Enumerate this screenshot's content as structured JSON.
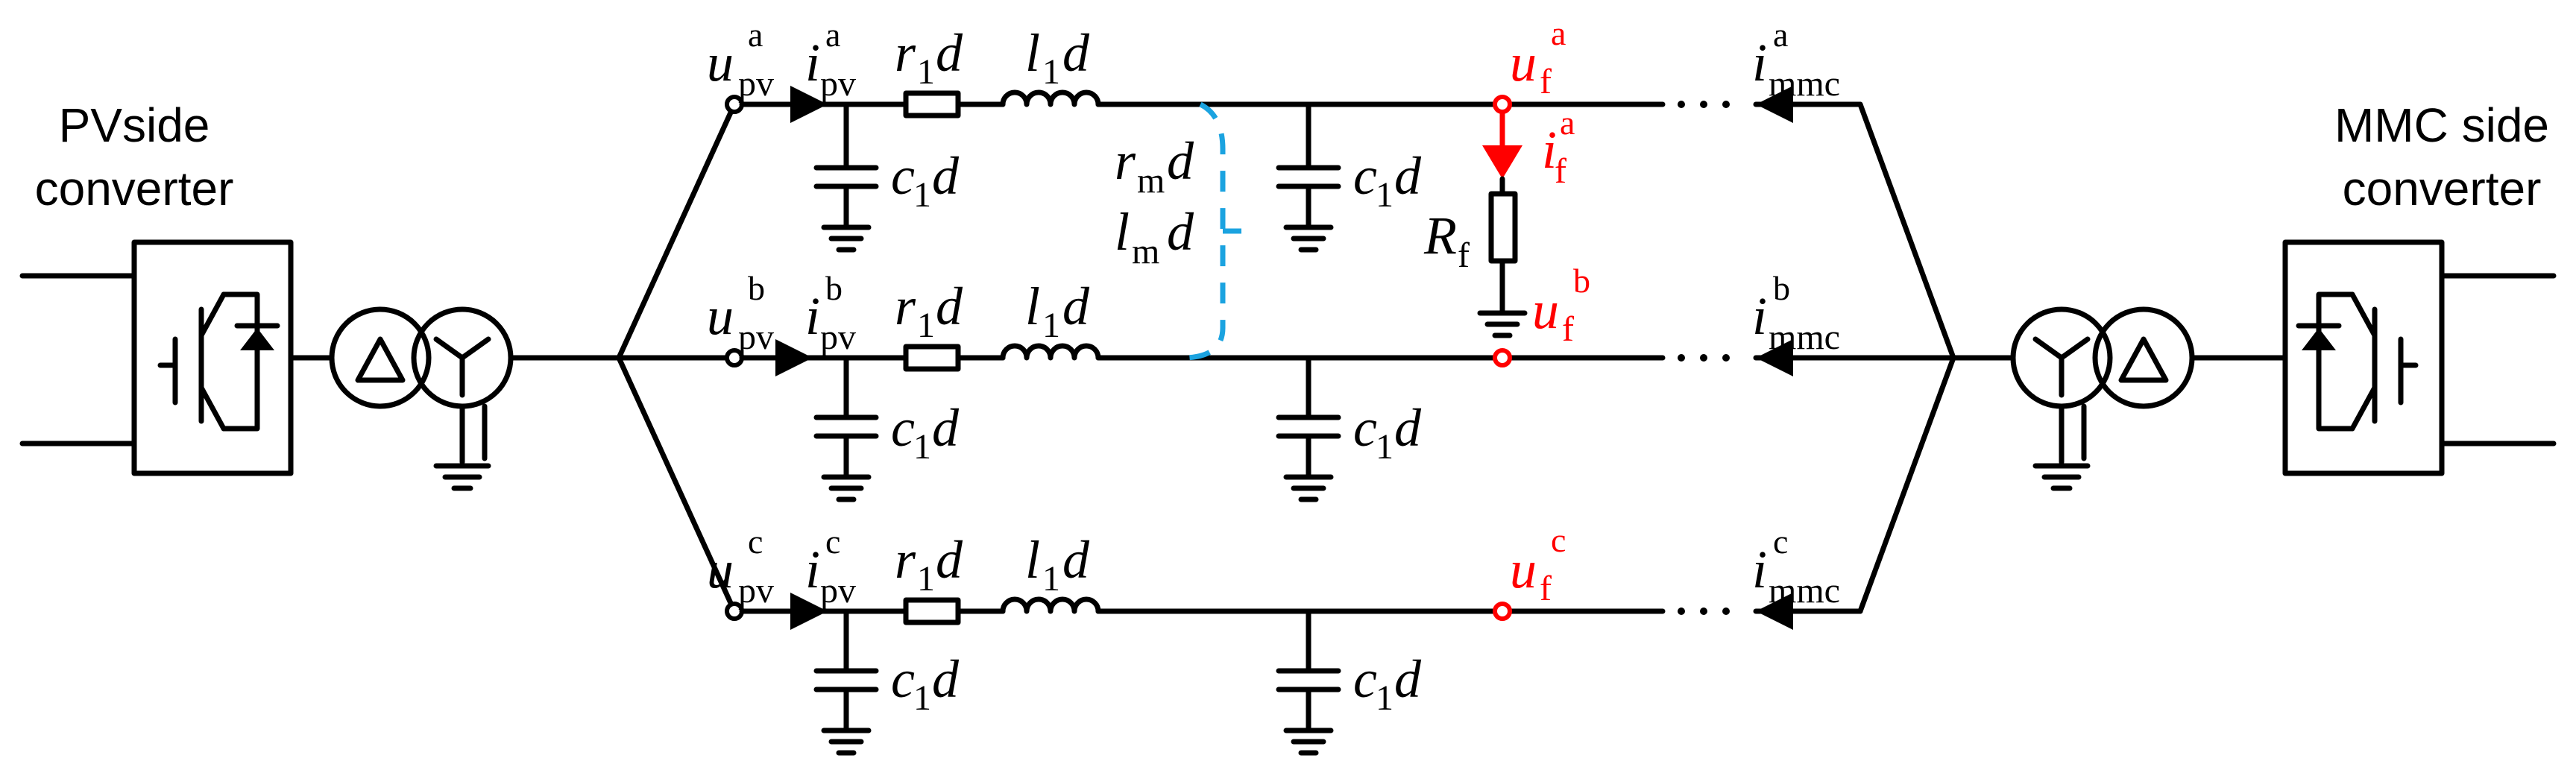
{
  "pv_converter": {
    "line1": "PVside",
    "line2": "converter"
  },
  "mmc_converter": {
    "line1": "MMC side",
    "line2": "converter"
  },
  "phases": [
    {
      "phase": "a",
      "u_pv": "u",
      "u_pv_sub": "pv",
      "u_pv_sup": "a",
      "i_pv": "i",
      "i_pv_sub": "pv",
      "i_pv_sup": "a",
      "i_mmc": "i",
      "i_mmc_sub": "mmc",
      "i_mmc_sup": "a"
    },
    {
      "phase": "b",
      "u_pv": "u",
      "u_pv_sub": "pv",
      "u_pv_sup": "b",
      "i_pv": "i",
      "i_pv_sub": "pv",
      "i_pv_sup": "b",
      "i_mmc": "i",
      "i_mmc_sub": "mmc",
      "i_mmc_sup": "b"
    },
    {
      "phase": "c",
      "u_pv": "u",
      "u_pv_sub": "pv",
      "u_pv_sup": "c",
      "i_pv": "i",
      "i_pv_sub": "pv",
      "i_pv_sup": "c",
      "i_mmc": "i",
      "i_mmc_sub": "mmc",
      "i_mmc_sup": "c"
    }
  ],
  "elements": {
    "r": "r",
    "r_sub": "1",
    "l": "l",
    "l_sub": "1",
    "c": "c",
    "c_sub": "1",
    "d": "d",
    "rm": "r",
    "rm_sub": "m",
    "lm": "l",
    "lm_sub": "m",
    "Rf": "R",
    "Rf_sub": "f"
  },
  "fault": {
    "u": "u",
    "u_sub": "f",
    "sup_a": "a",
    "sup_b": "b",
    "sup_c": "c",
    "i": "i",
    "i_sub": "f",
    "i_sup": "a"
  },
  "colors": {
    "fault": "#ff0000",
    "coupling": "#1ba3e0",
    "line": "#000000"
  }
}
